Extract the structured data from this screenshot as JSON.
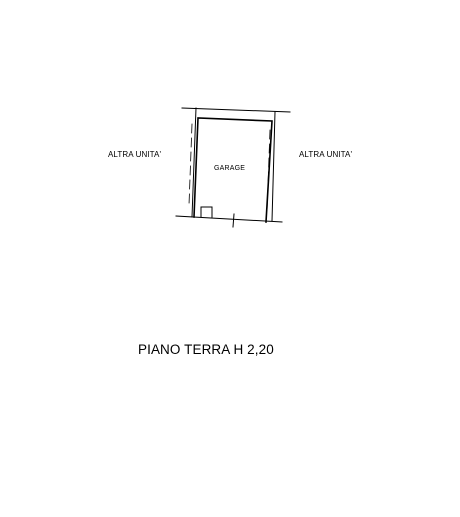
{
  "plan": {
    "neighbor_left": "ALTRA UNITA'",
    "neighbor_right": "ALTRA UNITA'",
    "room": "GARAGE",
    "floor": "PIANO TERRA H 2,20"
  },
  "style": {
    "line_color": "#000000",
    "background": "#ffffff"
  }
}
